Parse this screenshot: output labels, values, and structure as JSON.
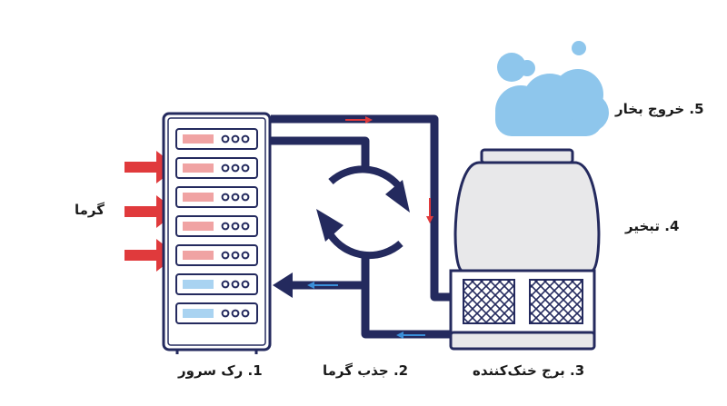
{
  "labels": {
    "heat": "گرما",
    "server_rack": "1. رک سرور",
    "heat_absorption": "2. جذب گرما",
    "cooling_tower": "3. برج خنک‌کننده",
    "evaporation": "4. تبخیر",
    "vapor_exit": "5. خروج بخار"
  },
  "colors": {
    "navy": "#242a5e",
    "red": "#e03a3c",
    "blue": "#3a8fd9",
    "cloud": "#8ec6ec",
    "server_led_red": "#f0a3a3",
    "server_led_blue": "#a9d3f1",
    "tower_body": "#e8e8ea"
  },
  "icons": [
    "heat-arrow-icon",
    "server-rack-icon",
    "cycle-arrows-icon",
    "cooling-tower-icon",
    "cloud-icon",
    "flow-arrow-icon"
  ],
  "server_units": [
    "hot",
    "hot",
    "hot",
    "hot",
    "hot",
    "cool",
    "cool"
  ]
}
